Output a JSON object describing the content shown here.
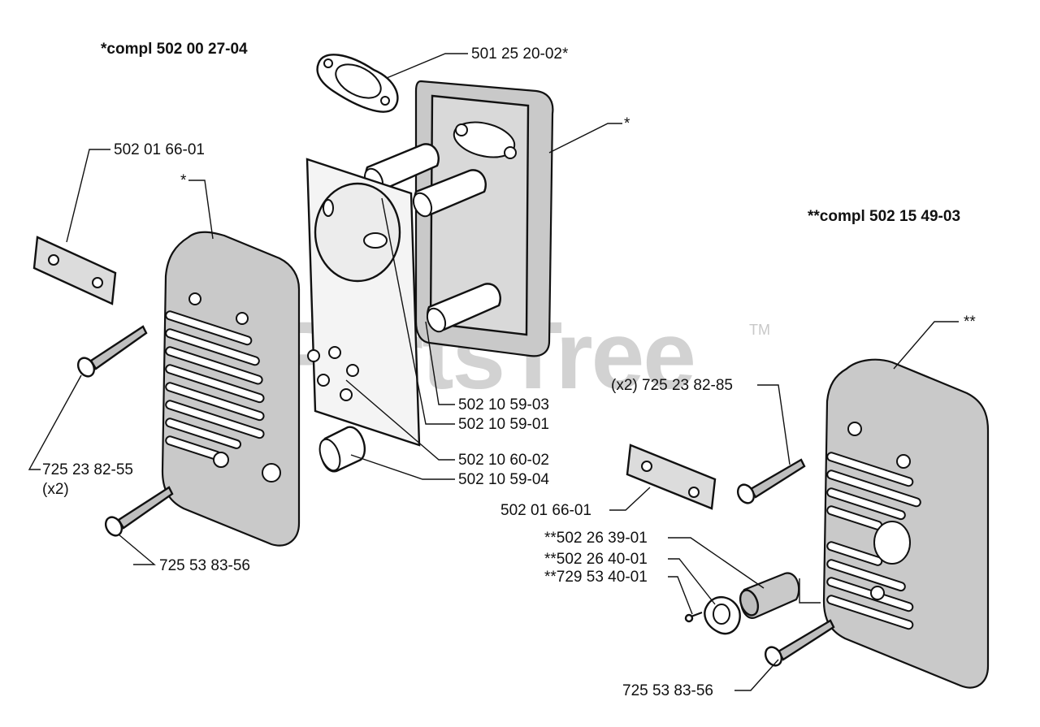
{
  "watermark": {
    "text": "PartsTree",
    "trademark": "TM"
  },
  "assemblies": [
    {
      "label": "*compl 502 00 27-04"
    },
    {
      "label": "**compl 502 15 49-03"
    }
  ],
  "callouts": [
    {
      "id": "gasket",
      "text": "501 25 20-02*"
    },
    {
      "id": "muffler-body",
      "text": "*"
    },
    {
      "id": "plate-left",
      "text": "502 01 66-01"
    },
    {
      "id": "cover-left",
      "text": "*"
    },
    {
      "id": "tube-a",
      "text": "502 10 59-03"
    },
    {
      "id": "tube-b",
      "text": "502 10 59-01"
    },
    {
      "id": "baffle-plate",
      "text": "502 10 60-02"
    },
    {
      "id": "tube-c",
      "text": "502 10 59-04"
    },
    {
      "id": "screw-left-upper",
      "text": "725 23 82-55"
    },
    {
      "id": "screw-left-upper-qty",
      "text": "(x2)"
    },
    {
      "id": "screw-left-lower",
      "text": "725 53 83-56"
    },
    {
      "id": "muffler-right",
      "text": "**"
    },
    {
      "id": "screw-right-upper",
      "text": "(x2) 725 23 82-85"
    },
    {
      "id": "plate-right",
      "text": "502 01 66-01"
    },
    {
      "id": "spark-screen",
      "text": "**502 26 39-01"
    },
    {
      "id": "screen-cover",
      "text": "**502 26 40-01"
    },
    {
      "id": "cover-screw",
      "text": "**729 53 40-01"
    },
    {
      "id": "screw-right-lower",
      "text": "725 53 83-56"
    }
  ]
}
